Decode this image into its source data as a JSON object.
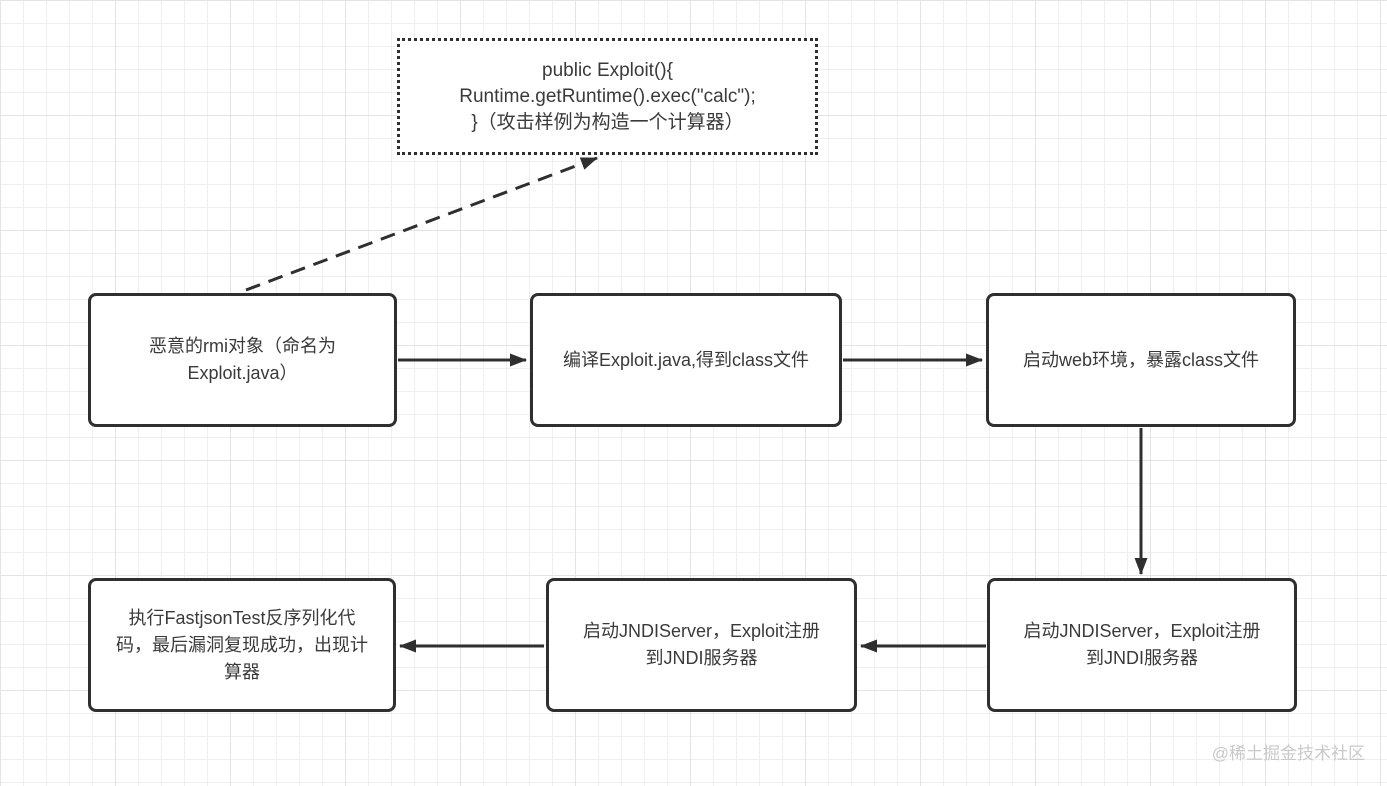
{
  "diagram": {
    "code_box": {
      "text": "public Exploit(){\nRuntime.getRuntime().exec(\"calc\");\n}（攻击样例为构造一个计算器）"
    },
    "nodes": [
      {
        "id": "malicious-rmi",
        "text": "恶意的rmi对象（命名为\nExploit.java）"
      },
      {
        "id": "compile-exploit",
        "text": "编译Exploit.java,得到class文件"
      },
      {
        "id": "start-web",
        "text": "启动web环境，暴露class文件"
      },
      {
        "id": "start-jndi-right",
        "text": "启动JNDIServer，Exploit注册\n到JNDI服务器"
      },
      {
        "id": "start-jndi-middle",
        "text": "启动JNDIServer，Exploit注册\n到JNDI服务器"
      },
      {
        "id": "run-fastjson",
        "text": "执行FastjsonTest反序列化代\n码，最后漏洞复现成功，出现计\n算器"
      }
    ],
    "colors": {
      "stroke": "#2f2f2f",
      "node_text": "#3a3a3a",
      "grid_minor": "#efefef",
      "grid_major": "#e4e4e4",
      "background": "#ffffff",
      "watermark": "#c9c9c9"
    }
  },
  "watermark": "@稀土掘金技术社区"
}
